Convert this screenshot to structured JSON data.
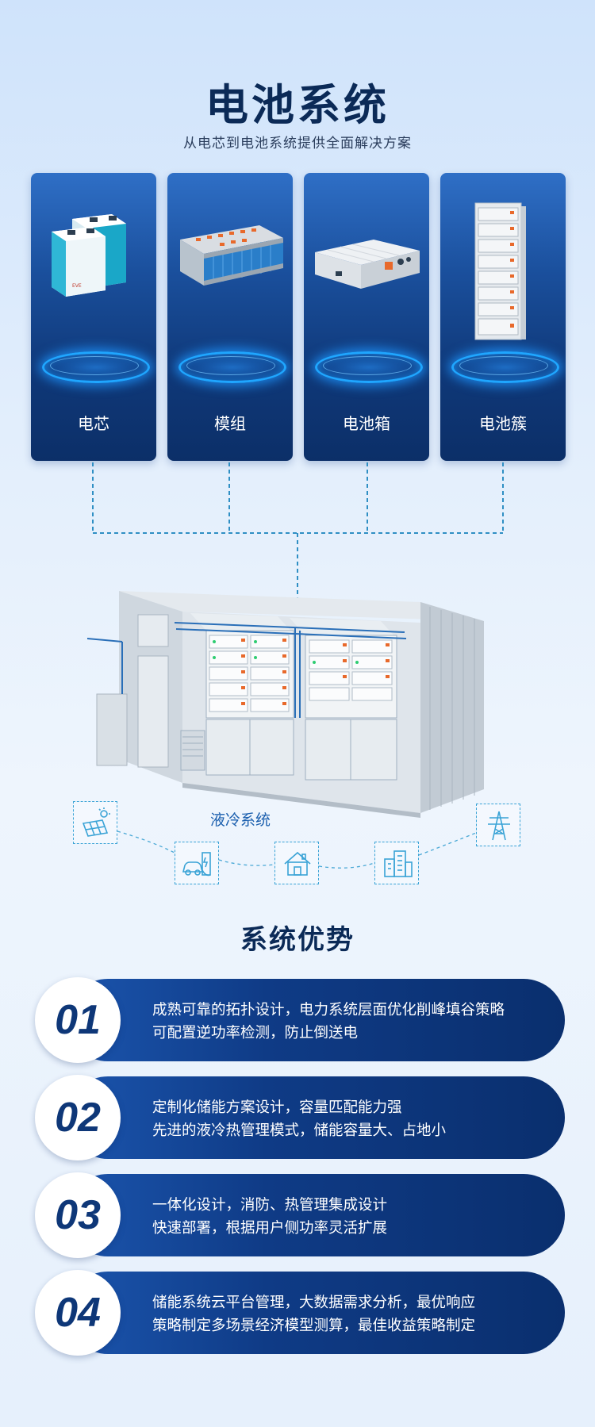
{
  "header": {
    "title": "电池系统",
    "subtitle": "从电芯到电池系统提供全面解决方案"
  },
  "products": [
    {
      "label": "电芯",
      "icon": "battery-cell-icon"
    },
    {
      "label": "模组",
      "icon": "battery-module-icon"
    },
    {
      "label": "电池箱",
      "icon": "battery-pack-icon"
    },
    {
      "label": "电池簇",
      "icon": "battery-cluster-icon"
    }
  ],
  "system": {
    "liquid_cooling_label": "液冷系统",
    "scenario_icons": [
      "solar-panel-icon",
      "ev-charging-icon",
      "home-icon",
      "building-icon",
      "power-tower-icon"
    ]
  },
  "advantages": {
    "title": "系统优势",
    "items": [
      {
        "num": "01",
        "line1": "成熟可靠的拓扑设计，电力系统层面优化削峰填谷策略",
        "line2": "可配置逆功率检测，防止倒送电"
      },
      {
        "num": "02",
        "line1": "定制化储能方案设计，容量匹配能力强",
        "line2": "先进的液冷热管理模式，储能容量大、占地小"
      },
      {
        "num": "03",
        "line1": "一体化设计，消防、热管理集成设计",
        "line2": "快速部署，根据用户侧功率灵活扩展"
      },
      {
        "num": "04",
        "line1": "储能系统云平台管理，大数据需求分析，最优响应",
        "line2": "策略制定多场景经济模型测算，最佳收益策略制定"
      }
    ]
  },
  "colors": {
    "accent": "#1fa6ff",
    "card": "#0f3878",
    "title": "#0b2a57"
  }
}
